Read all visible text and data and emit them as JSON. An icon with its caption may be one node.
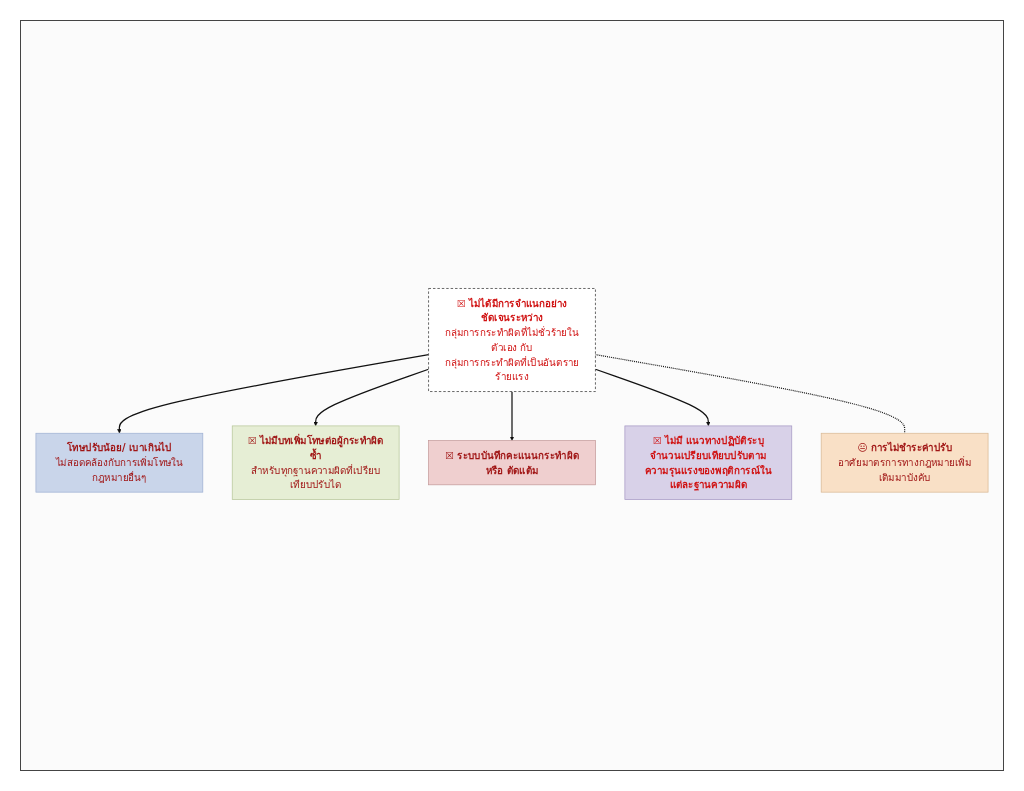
{
  "diagram": {
    "nodes": [
      {
        "text": [
          "โทษปรับน้อย/ เบาเกินไป",
          "ไม่สอดคล้องกับการเพิ่มโทษในกฎหมายอื่นๆ"
        ]
      },
      {
        "text": [
          "☒ ไม่มีบทเพิ่มโทษต่อผู้กระทำผิดซ้ำ",
          "สำหรับทุกฐานความผิดที่เปรียบเทียบปรับได"
        ]
      },
      {
        "text": [
          "☒ ไม่ได้มีการจำแนกอย่างชัดเจนระหว่าง",
          "กลุ่มการกระทำผิดที่ไม่ชั่วร้ายในตัวเอง กับ",
          "กลุ่มการกระทำผิดที่เป็นอันตรายร้ายแรง"
        ]
      },
      {
        "text": [
          "☒ ระบบบันทึกคะแนนกระทำผิดหรือ ตัดแต้ม"
        ]
      },
      {
        "text": [
          "☒ ไม่มี แนวทางปฏิบัติระบุจำนวนเปรียบเทียบปรับตามความรุนแรงของพฤติการณ์ในแต่ละฐานความผิด"
        ]
      },
      {
        "text": [
          "😐 การไม่ชำระค่าปรับ",
          "อาศัยมาตรการทางกฎหมายเพิ่มเติมมาบังคับ"
        ]
      }
    ],
    "edges": [
      {
        "from": 2,
        "to": 0,
        "arrow": "to"
      },
      {
        "from": 2,
        "to": 1,
        "arrow": "to"
      },
      {
        "from": 2,
        "to": 3,
        "arrow": "to"
      },
      {
        "from": 2,
        "to": 4,
        "arrow": "to"
      },
      {
        "from": 2,
        "to": 5,
        "arrow": "none",
        "style": "dashed"
      }
    ]
  }
}
